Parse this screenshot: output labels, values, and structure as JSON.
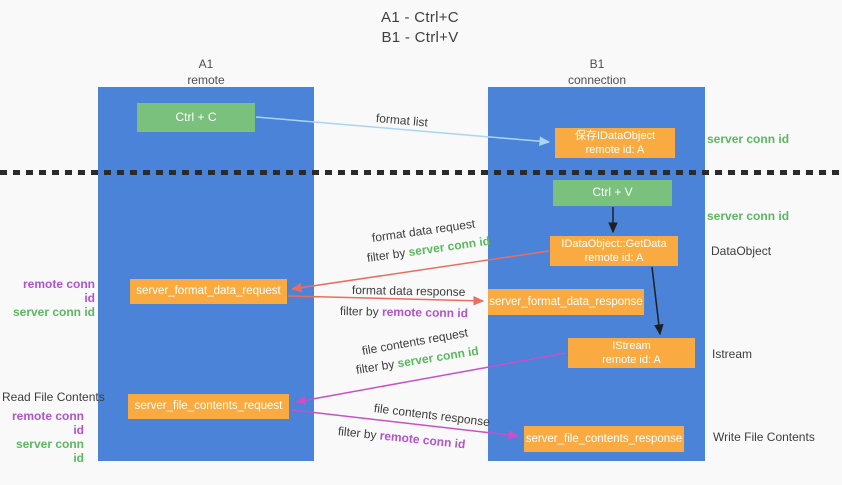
{
  "title": {
    "line1": "A1 - Ctrl+C",
    "line2": "B1 - Ctrl+V"
  },
  "lanes": {
    "left": {
      "name": "A1",
      "role": "remote"
    },
    "right": {
      "name": "B1",
      "role": "connection"
    }
  },
  "nodes": {
    "ctrl_c": "Ctrl + C",
    "ctrl_v": "Ctrl + V",
    "save_idataobject": {
      "line1": "保存IDataObject",
      "line2": "remote id: A"
    },
    "getdata": {
      "line1": "IDataObject::GetData",
      "line2": "remote id: A"
    },
    "istream": {
      "line1": "IStream",
      "line2": "remote id: A"
    },
    "format_request": "server_format_data_request",
    "format_response": "server_format_data_response",
    "file_request": "server_file_contents_request",
    "file_response": "server_file_contents_response"
  },
  "arrow_labels": {
    "format_list": "format list",
    "format_data_request": "format data request",
    "format_data_response": "format data response",
    "file_contents_request": "file contents request",
    "file_contents_response": "file contents response",
    "filter_by": "filter by ",
    "server_conn_id": "server conn id",
    "remote_conn_id": "remote conn id"
  },
  "side_labels": {
    "server_conn_id_top": "server conn id",
    "server_conn_id_mid": "server conn id",
    "dataobject": "DataObject",
    "istream": "Istream",
    "read_file_contents": "Read File Contents",
    "write_file_contents": "Write File Contents",
    "remote_conn_id": "remote conn id",
    "server_conn_id": "server conn id"
  },
  "colors": {
    "lane_blue": "#4a83d8",
    "node_orange": "#f9ab42",
    "node_green": "#79c17d",
    "arrow_red": "#e96e5f",
    "arrow_magenta": "#c850c8",
    "arrow_lightblue": "#aad5f2",
    "arrow_black": "#1f1f1f",
    "text_green": "#5ab95f",
    "text_purple": "#b153cf"
  }
}
